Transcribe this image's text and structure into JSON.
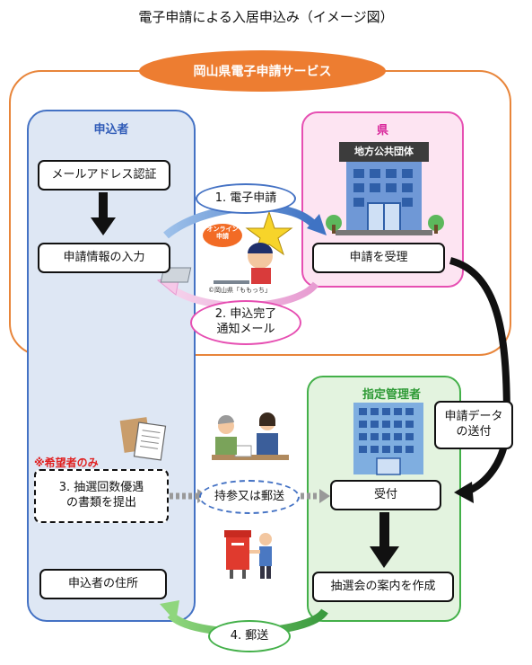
{
  "title": "電子申請による入居申込み（イメージ図）",
  "service": {
    "label": "岡山県電子申請サービス"
  },
  "applicant": {
    "title": "申込者",
    "email_auth": "メールアドレス認証",
    "input_info": "申請情報の入力",
    "only_applicants": "※希望者のみ",
    "submit_docs": "3. 抽選回数優遇\nの書類を提出",
    "address": "申込者の住所"
  },
  "prefecture": {
    "title": "県",
    "receive": "申請を受理",
    "building_sign": "地方公共団体"
  },
  "manager": {
    "title": "指定管理者",
    "reception": "受付",
    "create_notice": "抽選会の案内を作成"
  },
  "steps": {
    "e_apply": "1. 電子申請",
    "complete_mail": "2. 申込完了\n通知メール",
    "bring_or_mail": "持参又は郵送",
    "postal": "4. 郵送",
    "data_send": "申請データ\nの送付"
  },
  "illustration": {
    "online_badge": "オンライン\n申請",
    "credit": "©岡山県「ももっち」"
  },
  "colors": {
    "service_orange": "#ed7d31",
    "applicant_blue": "#4472c4",
    "prefecture_pink": "#e64fb2",
    "manager_green": "#43b049"
  }
}
